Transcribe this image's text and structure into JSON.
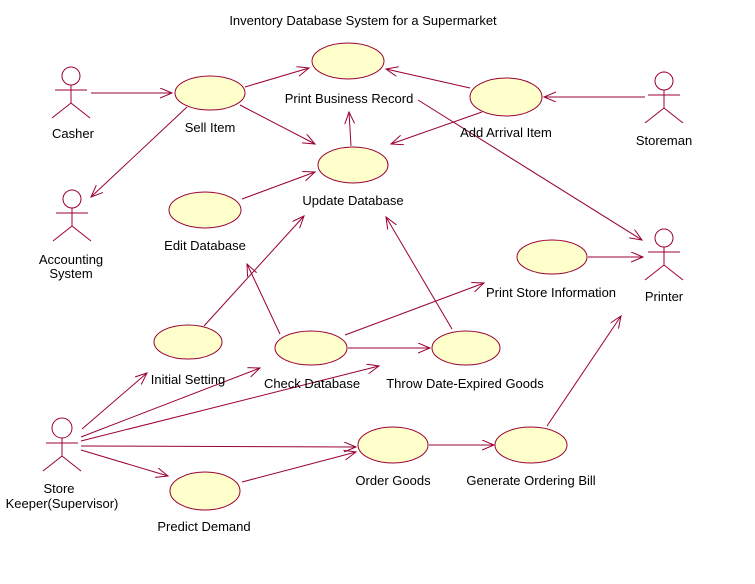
{
  "diagram": {
    "title": "Inventory Database System for a Supermarket",
    "colors": {
      "background": "#FFFFFF",
      "shape_stroke": "#990033",
      "shape_fill": "#FFFFCC",
      "label_text": "#000000"
    }
  },
  "use_cases": [
    {
      "id": "sell-item",
      "label": "Sell Item"
    },
    {
      "id": "print-business-record",
      "label": "Print Business Record"
    },
    {
      "id": "add-arrival-item",
      "label": "Add Arrival Item"
    },
    {
      "id": "update-database",
      "label": "Update Database"
    },
    {
      "id": "edit-database",
      "label": "Edit Database"
    },
    {
      "id": "print-store-information",
      "label": "Print Store Information"
    },
    {
      "id": "initial-setting",
      "label": "Initial Setting"
    },
    {
      "id": "check-database",
      "label": "Check Database"
    },
    {
      "id": "throw-date-expired-goods",
      "label": "Throw Date-Expired Goods"
    },
    {
      "id": "order-goods",
      "label": "Order Goods"
    },
    {
      "id": "generate-ordering-bill",
      "label": "Generate Ordering Bill"
    },
    {
      "id": "predict-demand",
      "label": "Predict Demand"
    }
  ],
  "actors": [
    {
      "id": "casher",
      "label_lines": [
        "Casher"
      ]
    },
    {
      "id": "storeman",
      "label_lines": [
        "Storeman"
      ]
    },
    {
      "id": "accounting-system",
      "label_lines": [
        "Accounting",
        "System"
      ]
    },
    {
      "id": "printer",
      "label_lines": [
        "Printer"
      ]
    },
    {
      "id": "store-keeper",
      "label_lines": [
        "Store",
        "Keeper(Supervisor)"
      ]
    }
  ],
  "connections": [
    {
      "from": "casher",
      "to": "sell-item"
    },
    {
      "from": "sell-item",
      "to": "print-business-record"
    },
    {
      "from": "sell-item",
      "to": "accounting-system"
    },
    {
      "from": "sell-item",
      "to": "update-database"
    },
    {
      "from": "storeman",
      "to": "add-arrival-item"
    },
    {
      "from": "add-arrival-item",
      "to": "print-business-record"
    },
    {
      "from": "add-arrival-item",
      "to": "update-database"
    },
    {
      "from": "update-database",
      "to": "print-business-record"
    },
    {
      "from": "print-business-record",
      "to": "printer"
    },
    {
      "from": "edit-database",
      "to": "update-database"
    },
    {
      "from": "initial-setting",
      "to": "update-database"
    },
    {
      "from": "throw-date-expired-goods",
      "to": "update-database"
    },
    {
      "from": "check-database",
      "to": "edit-database"
    },
    {
      "from": "check-database",
      "to": "throw-date-expired-goods"
    },
    {
      "from": "check-database",
      "to": "print-store-information"
    },
    {
      "from": "print-store-information",
      "to": "printer"
    },
    {
      "from": "store-keeper",
      "to": "initial-setting"
    },
    {
      "from": "store-keeper",
      "to": "check-database"
    },
    {
      "from": "store-keeper",
      "to": "throw-date-expired-goods"
    },
    {
      "from": "store-keeper",
      "to": "order-goods"
    },
    {
      "from": "store-keeper",
      "to": "predict-demand"
    },
    {
      "from": "predict-demand",
      "to": "order-goods"
    },
    {
      "from": "order-goods",
      "to": "generate-ordering-bill"
    },
    {
      "from": "generate-ordering-bill",
      "to": "printer"
    }
  ]
}
